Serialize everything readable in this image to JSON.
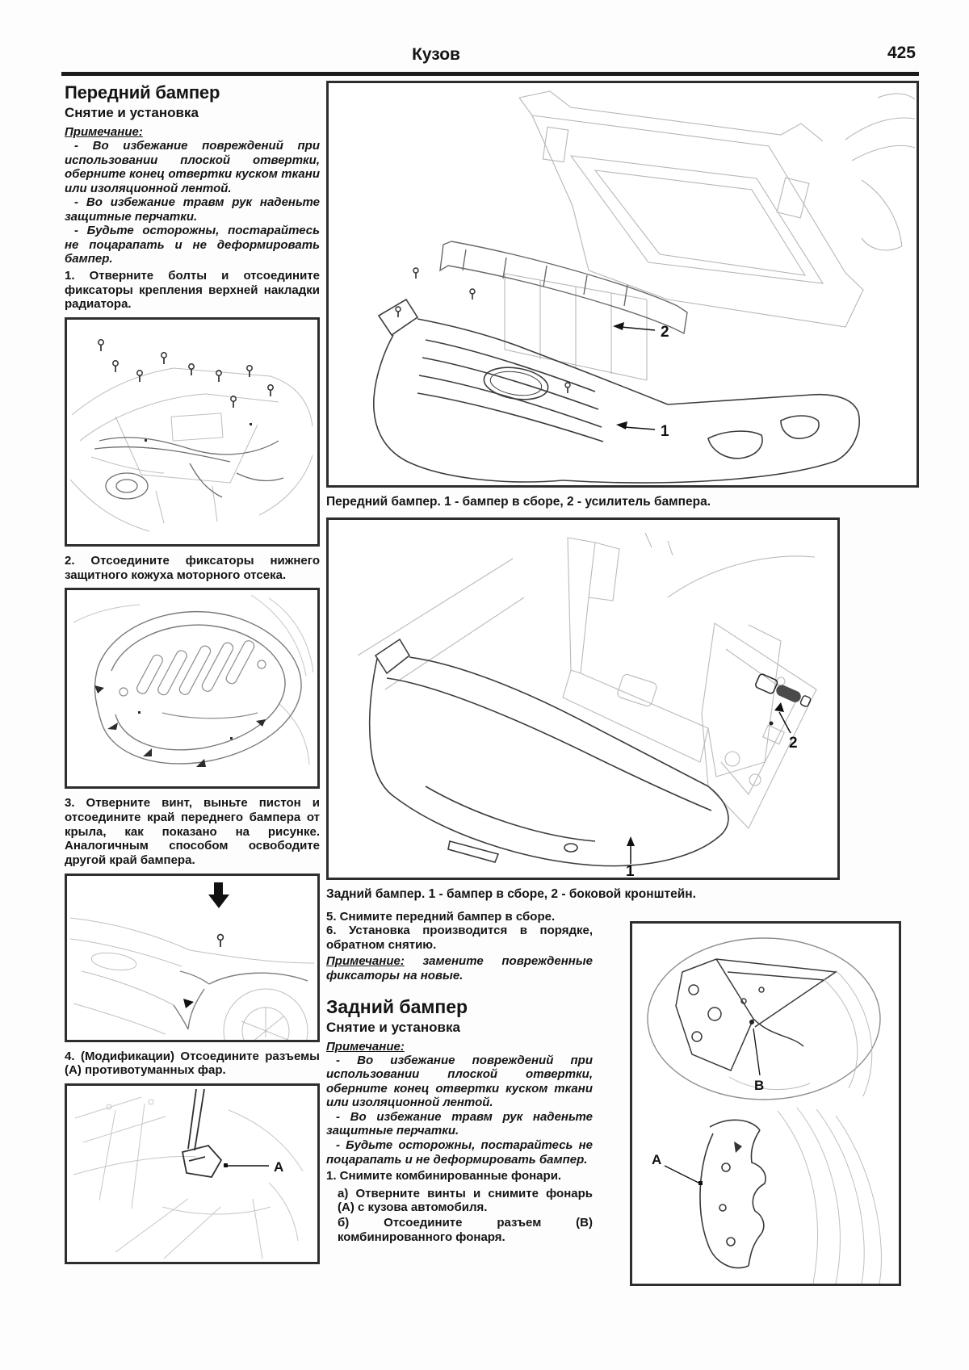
{
  "header": {
    "section_title": "Кузов",
    "page_number": "425"
  },
  "left": {
    "heading": "Передний бампер",
    "subheading": "Снятие и установка",
    "note_label": "Примечание:",
    "notes": [
      "- Во избежание повреждений при использовании плоской отвертки, оберните конец отвертки куском ткани или изоляционной лентой.",
      "- Во избежание травм рук наденьте защитные перчатки.",
      "- Будьте осторожны, постарайтесь не поцарапать и не деформировать бампер."
    ],
    "steps": {
      "s1": "1. Отверните болты и отсоедините фиксаторы крепления верхней накладки радиатора.",
      "s2": "2. Отсоедините фиксаторы нижнего защитного кожуха моторного отсека.",
      "s3": "3. Отверните винт, выньте пистон и отсоедините край переднего бампера от крыла, как показано на рисунке. Аналогичным способом освободите другой край бампера.",
      "s4": "4. (Модификации) Отсоедините разъемы (А) противотуманных фар."
    },
    "fig_fog": {
      "label_a": "A"
    }
  },
  "right": {
    "fig_front": {
      "caption": "Передний бампер. 1 - бампер в сборе, 2 - усилитель бампера.",
      "label_1": "1",
      "label_2": "2"
    },
    "fig_rear": {
      "caption": "Задний бампер. 1 - бампер в сборе, 2 - боковой кронштейн.",
      "label_1": "1",
      "label_2": "2"
    },
    "steps": {
      "s5": "5. Снимите передний бампер в сборе.",
      "s6": "6. Установка производится в порядке, обратном снятию."
    },
    "note_label": "Примечание:",
    "note_text": "замените поврежденные фиксаторы на новые.",
    "rear_heading": "Задний бампер",
    "rear_subheading": "Снятие и установка",
    "rear_note_label": "Примечание:",
    "rear_notes": [
      "- Во избежание повреждений при использовании плоской отвертки, оберните конец отвертки куском ткани или изоляционной лентой.",
      "- Во избежание травм рук наденьте защитные перчатки.",
      "- Будьте осторожны, постарайтесь не поцарапать и не деформировать бампер."
    ],
    "rear_steps": {
      "s1": "1. Снимите комбинированные фонари.",
      "s1a": "а) Отверните винты и снимите фонарь (А) с кузова автомобиля.",
      "s1b": "б) Отсоедините разъем (В) комбинированного фонаря."
    },
    "fig_lamp": {
      "label_a": "A",
      "label_b": "B"
    }
  }
}
